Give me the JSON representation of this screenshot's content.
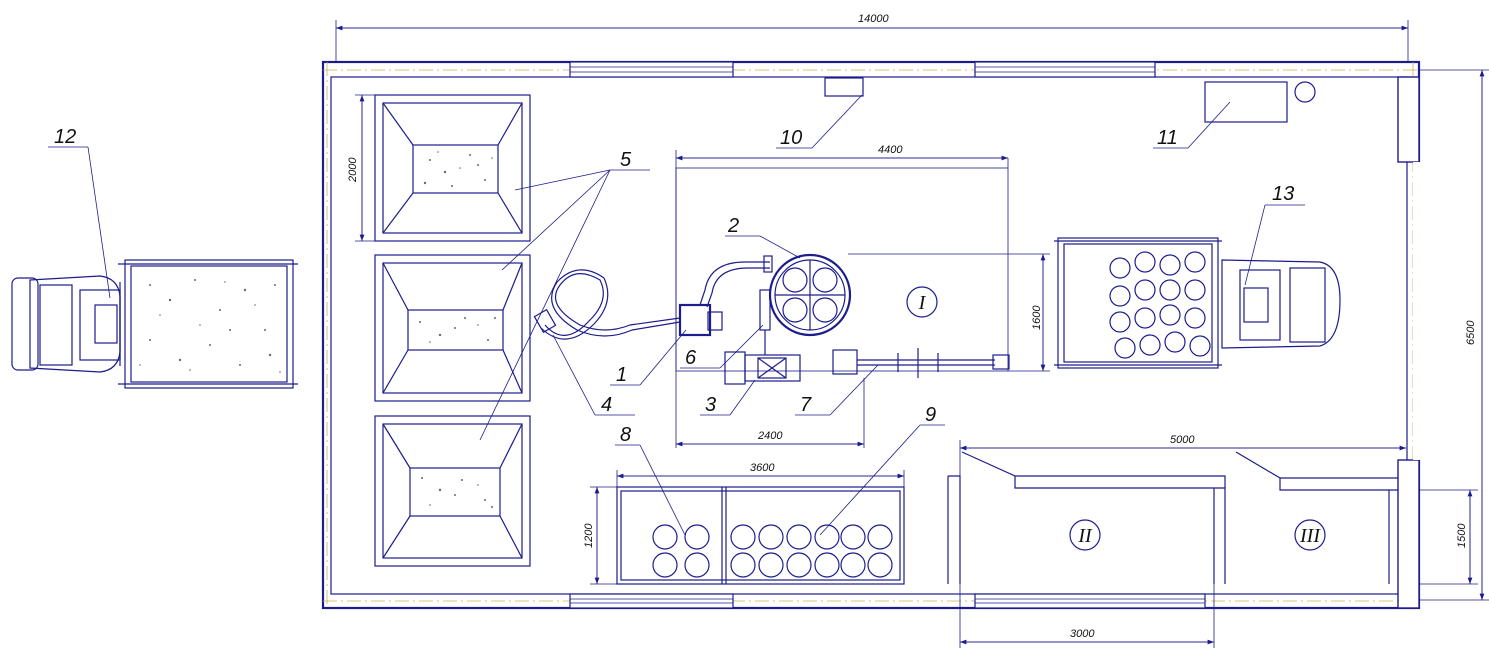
{
  "dimensions": {
    "overall_length": "14000",
    "overall_width": "6500",
    "bin_height": "2000",
    "work_zone_length": "4400",
    "work_zone_width": "1600",
    "machine_length": "2400",
    "storage_length": "3600",
    "storage_width": "1200",
    "dryer_zone_length": "5000",
    "dryer_zone_width": "1500",
    "gate_width": "3000"
  },
  "callouts": {
    "c1": "1",
    "c2": "2",
    "c3": "3",
    "c4": "4",
    "c5": "5",
    "c6": "6",
    "c7": "7",
    "c8": "8",
    "c9": "9",
    "c10": "10",
    "c11": "11",
    "c12": "12",
    "c13": "13"
  },
  "zones": {
    "z1": "I",
    "z2": "II",
    "z3": "III"
  },
  "colors": {
    "line": "#1c1c8c",
    "axis": "#c8b060"
  }
}
